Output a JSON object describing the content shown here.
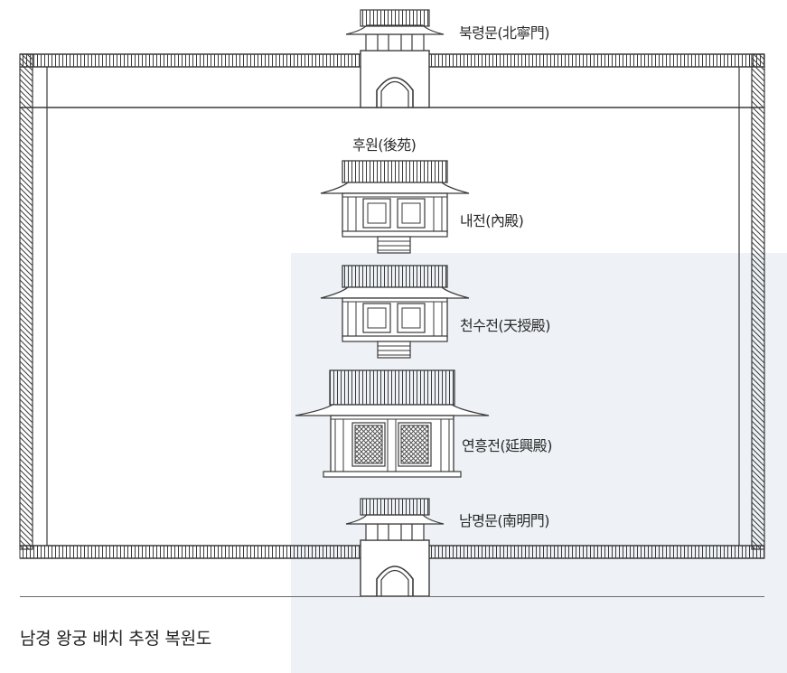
{
  "colors": {
    "line": "#3a3a3a",
    "panel": "#eef2f6",
    "screen": "#6f6f6f",
    "text": "#222222"
  },
  "labels": {
    "north_gate": "북령문(北寧門)",
    "back_garden": "후원(後苑)",
    "inner_hall": "내전(內殿)",
    "cheonsu_hall": "천수전(天授殿)",
    "yeonheung_hall": "연흥전(延興殿)",
    "south_gate": "남명문(南明門)"
  },
  "caption": "남경 왕궁 배치 추정 복원도"
}
